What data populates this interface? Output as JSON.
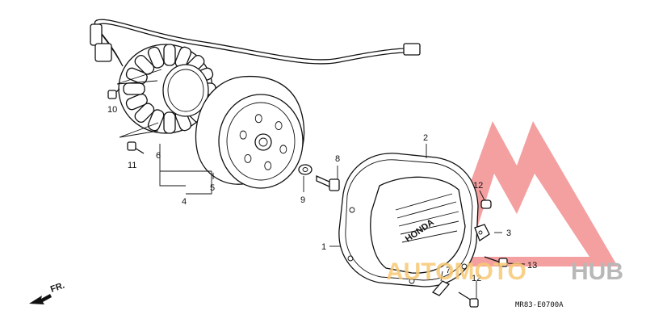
{
  "callouts": {
    "c1": "1",
    "c2": "2",
    "c3": "3",
    "c4": "4",
    "c5": "5",
    "c6": "6",
    "c7": "7",
    "c8": "8",
    "c9": "9",
    "c10": "10",
    "c11": "11",
    "c12a": "12",
    "c12b": "12",
    "c13": "13"
  },
  "fr_label": "FR.",
  "diagram_code": "MR83-E0700A",
  "cover_brand": "HONDA",
  "watermark": {
    "part1": "AUTOMOTO",
    "part2": "HUB",
    "color_part1": "#f7c873",
    "color_part2": "#b8b8b8",
    "triangle_color": "#f08080"
  }
}
